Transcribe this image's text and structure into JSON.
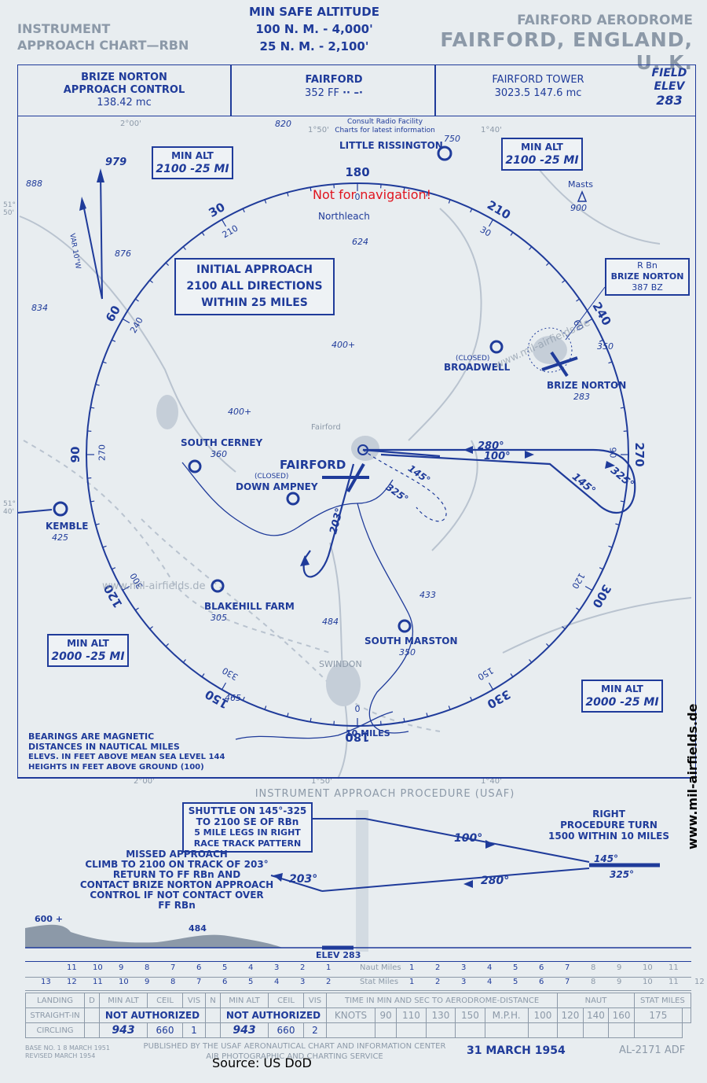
{
  "header": {
    "left_line1": "INSTRUMENT",
    "left_line2": "APPROACH CHART—RBN",
    "msa_title": "MIN SAFE ALTITUDE",
    "msa_line1": "100 N. M. - 4,000'",
    "msa_line2": "25 N. M. - 2,100'",
    "aerodrome": "FAIRFORD AERODROME",
    "location": "FAIRFORD, ENGLAND, U. K."
  },
  "info_bar": {
    "approach_line1": "BRIZE NORTON",
    "approach_line2": "APPROACH CONTROL",
    "approach_freq": "138.42 mc",
    "beacon_name": "FAIRFORD",
    "beacon_freq": "352 FF",
    "tower_name": "FAIRFORD TOWER",
    "tower_freq": "3023.5 147.6 mc",
    "field_elev_label1": "FIELD",
    "field_elev_label2": "ELEV",
    "field_elev_value": "283"
  },
  "map": {
    "warning": "Not for navigation!",
    "consult_note1": "Consult Radio Facility",
    "consult_note2": "Charts for latest information",
    "min_alt_nw": [
      "MIN ALT",
      "2100 -25 MI"
    ],
    "min_alt_ne": [
      "MIN ALT",
      "2100 -25 MI"
    ],
    "min_alt_sw": [
      "MIN ALT",
      "2000 -25 MI"
    ],
    "min_alt_se": [
      "MIN ALT",
      "2000 -25 MI"
    ],
    "initial_approach": [
      "INITIAL APPROACH",
      "2100 ALL DIRECTIONS",
      "WITHIN 25 MILES"
    ],
    "rbn_box": [
      "R Bn",
      "BRIZE NORTON",
      "387 BZ"
    ],
    "legend": [
      "BEARINGS ARE MAGNETIC",
      "DISTANCES IN NAUTICAL MILES",
      "ELEVS. IN FEET ABOVE MEAN SEA LEVEL 144",
      "HEIGHTS IN FEET ABOVE GROUND (100)"
    ],
    "var_label": "VAR 10°W",
    "places": {
      "little_rissington": "LITTLE RISSINGTON",
      "northleach": "Northleach",
      "broadwell_closed": "(CLOSED)",
      "broadwell": "BROADWELL",
      "brize_norton": "BRIZE NORTON",
      "brize_norton_elev": "283",
      "south_cerney": "SOUTH CERNEY",
      "south_cerney_elev": "360",
      "fairford": "FAIRFORD",
      "fairford_town": "Fairford",
      "down_ampney_closed": "(CLOSED)",
      "down_ampney": "DOWN AMPNEY",
      "kemble": "KEMBLE",
      "kemble_elev": "425",
      "blakehill": "BLAKEHILL FARM",
      "blakehill_elev": "305",
      "south_marston": "SOUTH MARSTON",
      "south_marston_elev": "350",
      "swindon": "SWINDON",
      "masts": "Masts",
      "masts_elev": "900"
    },
    "spot_elevs": [
      "820",
      "750",
      "979",
      "888",
      "876",
      "834",
      "624",
      "400+",
      "400+",
      "350",
      "433",
      "484",
      "465"
    ],
    "bearings": {
      "b280": "280°",
      "b100": "100°",
      "b145a": "145°",
      "b325a": "325°",
      "b145b": "145°",
      "b325b": "325°",
      "b203": "203°"
    },
    "ring_labels": [
      "180",
      "0",
      "210",
      "30",
      "240",
      "60",
      "270",
      "90",
      "300",
      "120",
      "330",
      "150",
      "120",
      "300",
      "90",
      "270",
      "60",
      "240",
      "30",
      "210",
      "150",
      "330",
      "180",
      "0"
    ],
    "ten_miles": "10 MILES",
    "grid_coords": [
      "2°00'",
      "1°50'",
      "1°40'",
      "51° 50'",
      "51° 40'",
      "2°00'",
      "1°50'",
      "1°40'"
    ],
    "watermark": "www.mil-airfields.de"
  },
  "procedure": {
    "title": "INSTRUMENT APPROACH PROCEDURE (USAF)",
    "shuttle": [
      "SHUTTLE ON 145°-325",
      "TO 2100 SE OF RBn",
      "5 MILE LEGS IN RIGHT",
      "RACE TRACK PATTERN"
    ],
    "right_turn": [
      "RIGHT",
      "PROCEDURE TURN",
      "1500 WITHIN 10 MILES"
    ],
    "missed": [
      "MISSED APPROACH",
      "CLIMB TO 2100 ON TRACK OF 203°",
      "RETURN TO FF RBn AND",
      "CONTACT BRIZE NORTON APPROACH",
      "CONTROL IF NOT CONTACT OVER",
      "FF RBn"
    ],
    "b100": "100°",
    "b280": "280°",
    "b203": "203°",
    "b145": "145°",
    "b325": "325°",
    "profile_600": "600 +",
    "profile_484": "484",
    "elev": "ELEV 283"
  },
  "scales": {
    "naut_label": "Naut Miles",
    "stat_label": "Stat Miles",
    "naut_left": [
      "11",
      "10",
      "9",
      "8",
      "7",
      "6",
      "5",
      "4",
      "3",
      "2",
      "1"
    ],
    "naut_right": [
      "1",
      "2",
      "3",
      "4",
      "5",
      "6",
      "7",
      "8",
      "9",
      "10",
      "11"
    ],
    "stat_left": [
      "13",
      "12",
      "11",
      "10",
      "9",
      "8",
      "7",
      "6",
      "5",
      "4",
      "3",
      "2"
    ],
    "stat_right": [
      "1",
      "2",
      "3",
      "4",
      "5",
      "6",
      "7",
      "8",
      "9",
      "10",
      "11",
      "12"
    ]
  },
  "minimums": {
    "col_landing": "LANDING",
    "col_d": "D",
    "col_minalt": "MIN ALT",
    "col_ceil": "CEIL",
    "col_vis": "VIS",
    "col_n": "N",
    "row_straight": "STRAIGHT-IN",
    "row_circling": "CIRCLING",
    "day_straight": "NOT AUTHORIZED",
    "day_circ_alt": "943",
    "day_circ_ceil": "660",
    "day_circ_vis": "1",
    "night_straight": "NOT AUTHORIZED",
    "night_circ_alt": "943",
    "night_circ_ceil": "660",
    "night_circ_vis": "2",
    "time_title": "TIME IN MIN AND SEC TO AERODROME-DISTANCE",
    "naut": "NAUT",
    "stat_miles": "STAT MILES",
    "knots": "KNOTS",
    "knots_vals": [
      "90",
      "110",
      "130",
      "150"
    ],
    "mph": "M.P.H.",
    "mph_vals": [
      "100",
      "120",
      "140",
      "160",
      "175"
    ]
  },
  "footer": {
    "base": "BASE NO. 1 8 MARCH 1951",
    "revised": "REVISED MARCH 1954",
    "publisher": "PUBLISHED BY THE USAF AERONAUTICAL CHART AND INFORMATION CENTER",
    "publisher2": "AIR PHOTOGRAPHIC AND CHARTING SERVICE",
    "date": "31 MARCH 1954",
    "code": "AL-2171 ADF",
    "source": "Source: US DoD",
    "side_watermark": "www.mil-airfields.de"
  },
  "colors": {
    "ink": "#1f3b9a",
    "paper": "#e8edf0",
    "grey": "#8c99a8",
    "red": "#e0141e"
  }
}
